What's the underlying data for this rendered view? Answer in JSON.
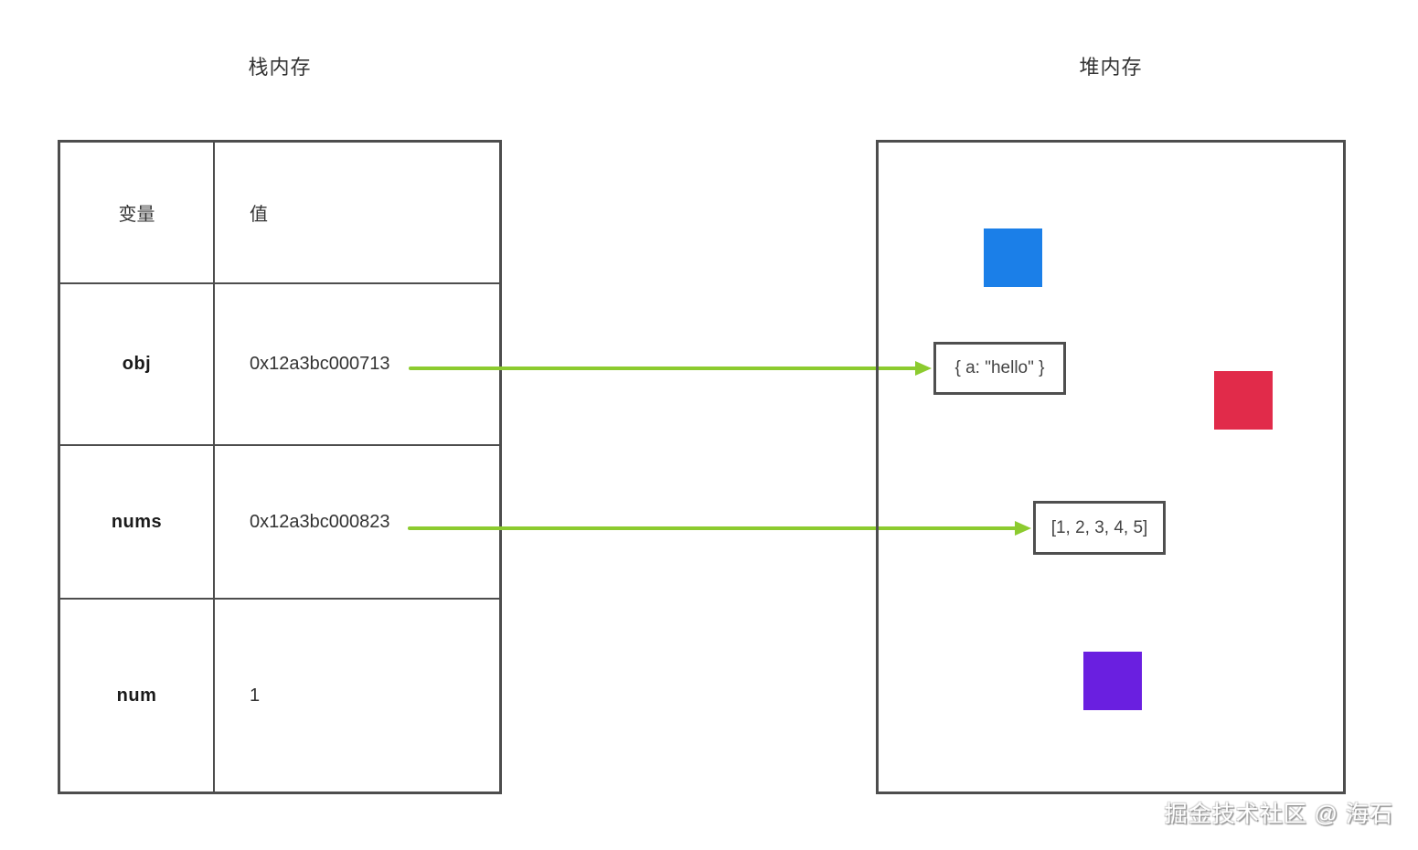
{
  "titles": {
    "stack": "栈内存",
    "heap": "堆内存"
  },
  "stack_table": {
    "headers": {
      "variable": "变量",
      "value": "值"
    },
    "rows": [
      {
        "name": "obj",
        "value": "0x12a3bc000713"
      },
      {
        "name": "nums",
        "value": "0x12a3bc000823"
      },
      {
        "name": "num",
        "value": "1"
      }
    ]
  },
  "heap": {
    "objects": [
      {
        "label": "{ a: \"hello\" }"
      },
      {
        "label": "[1, 2, 3, 4, 5]"
      }
    ],
    "squares": [
      {
        "name": "blue-square",
        "color": "#1b7fe8"
      },
      {
        "name": "red-square",
        "color": "#e12b4a"
      },
      {
        "name": "purple-square",
        "color": "#6a1fe0"
      }
    ]
  },
  "colors": {
    "arrow": "#8ccb2f",
    "border": "#4d4d4d"
  },
  "watermark": "掘金技术社区 @ 海石"
}
